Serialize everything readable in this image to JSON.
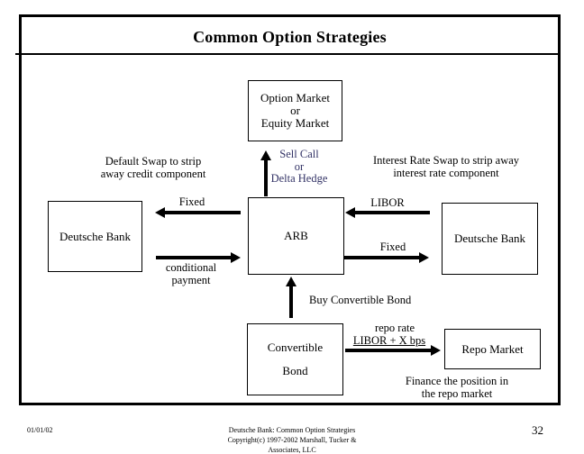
{
  "slide": {
    "title": "Common Option Strategies",
    "boxes": {
      "option_market": {
        "lines": [
          "Option Market",
          "or",
          "Equity Market"
        ]
      },
      "deutsche_bank_left": {
        "label": "Deutsche Bank"
      },
      "arb": {
        "label": "ARB"
      },
      "deutsche_bank_right": {
        "label": "Deutsche Bank"
      },
      "convertible_bond": {
        "lines": [
          "Convertible",
          "Bond"
        ]
      },
      "repo_market": {
        "label": "Repo Market"
      }
    },
    "annotations": {
      "default_swap": {
        "lines": [
          "Default Swap to strip",
          "away credit component"
        ]
      },
      "sell_call": {
        "lines": [
          "Sell Call",
          "or",
          "Delta Hedge"
        ],
        "color": "#333366"
      },
      "interest_rate_swap": {
        "lines": [
          "Interest Rate Swap to strip away",
          "interest rate component"
        ]
      },
      "fixed_left": "Fixed",
      "libor": "LIBOR",
      "conditional_payment": {
        "lines": [
          "conditional",
          "payment"
        ]
      },
      "fixed_right": "Fixed",
      "buy_convertible_bond": "Buy Convertible Bond",
      "repo_rate": "repo rate",
      "libor_x_bps": "LIBOR + X bps",
      "finance_position": {
        "lines": [
          "Finance the position in",
          "the repo market"
        ]
      }
    }
  },
  "footer": {
    "date": "01/01/02",
    "credit_lines": [
      "Deutsche Bank: Common Option Strategies",
      "Copyright(c) 1997-2002 Marshall, Tucker &",
      "Associates, LLC"
    ],
    "page_number": "32"
  }
}
